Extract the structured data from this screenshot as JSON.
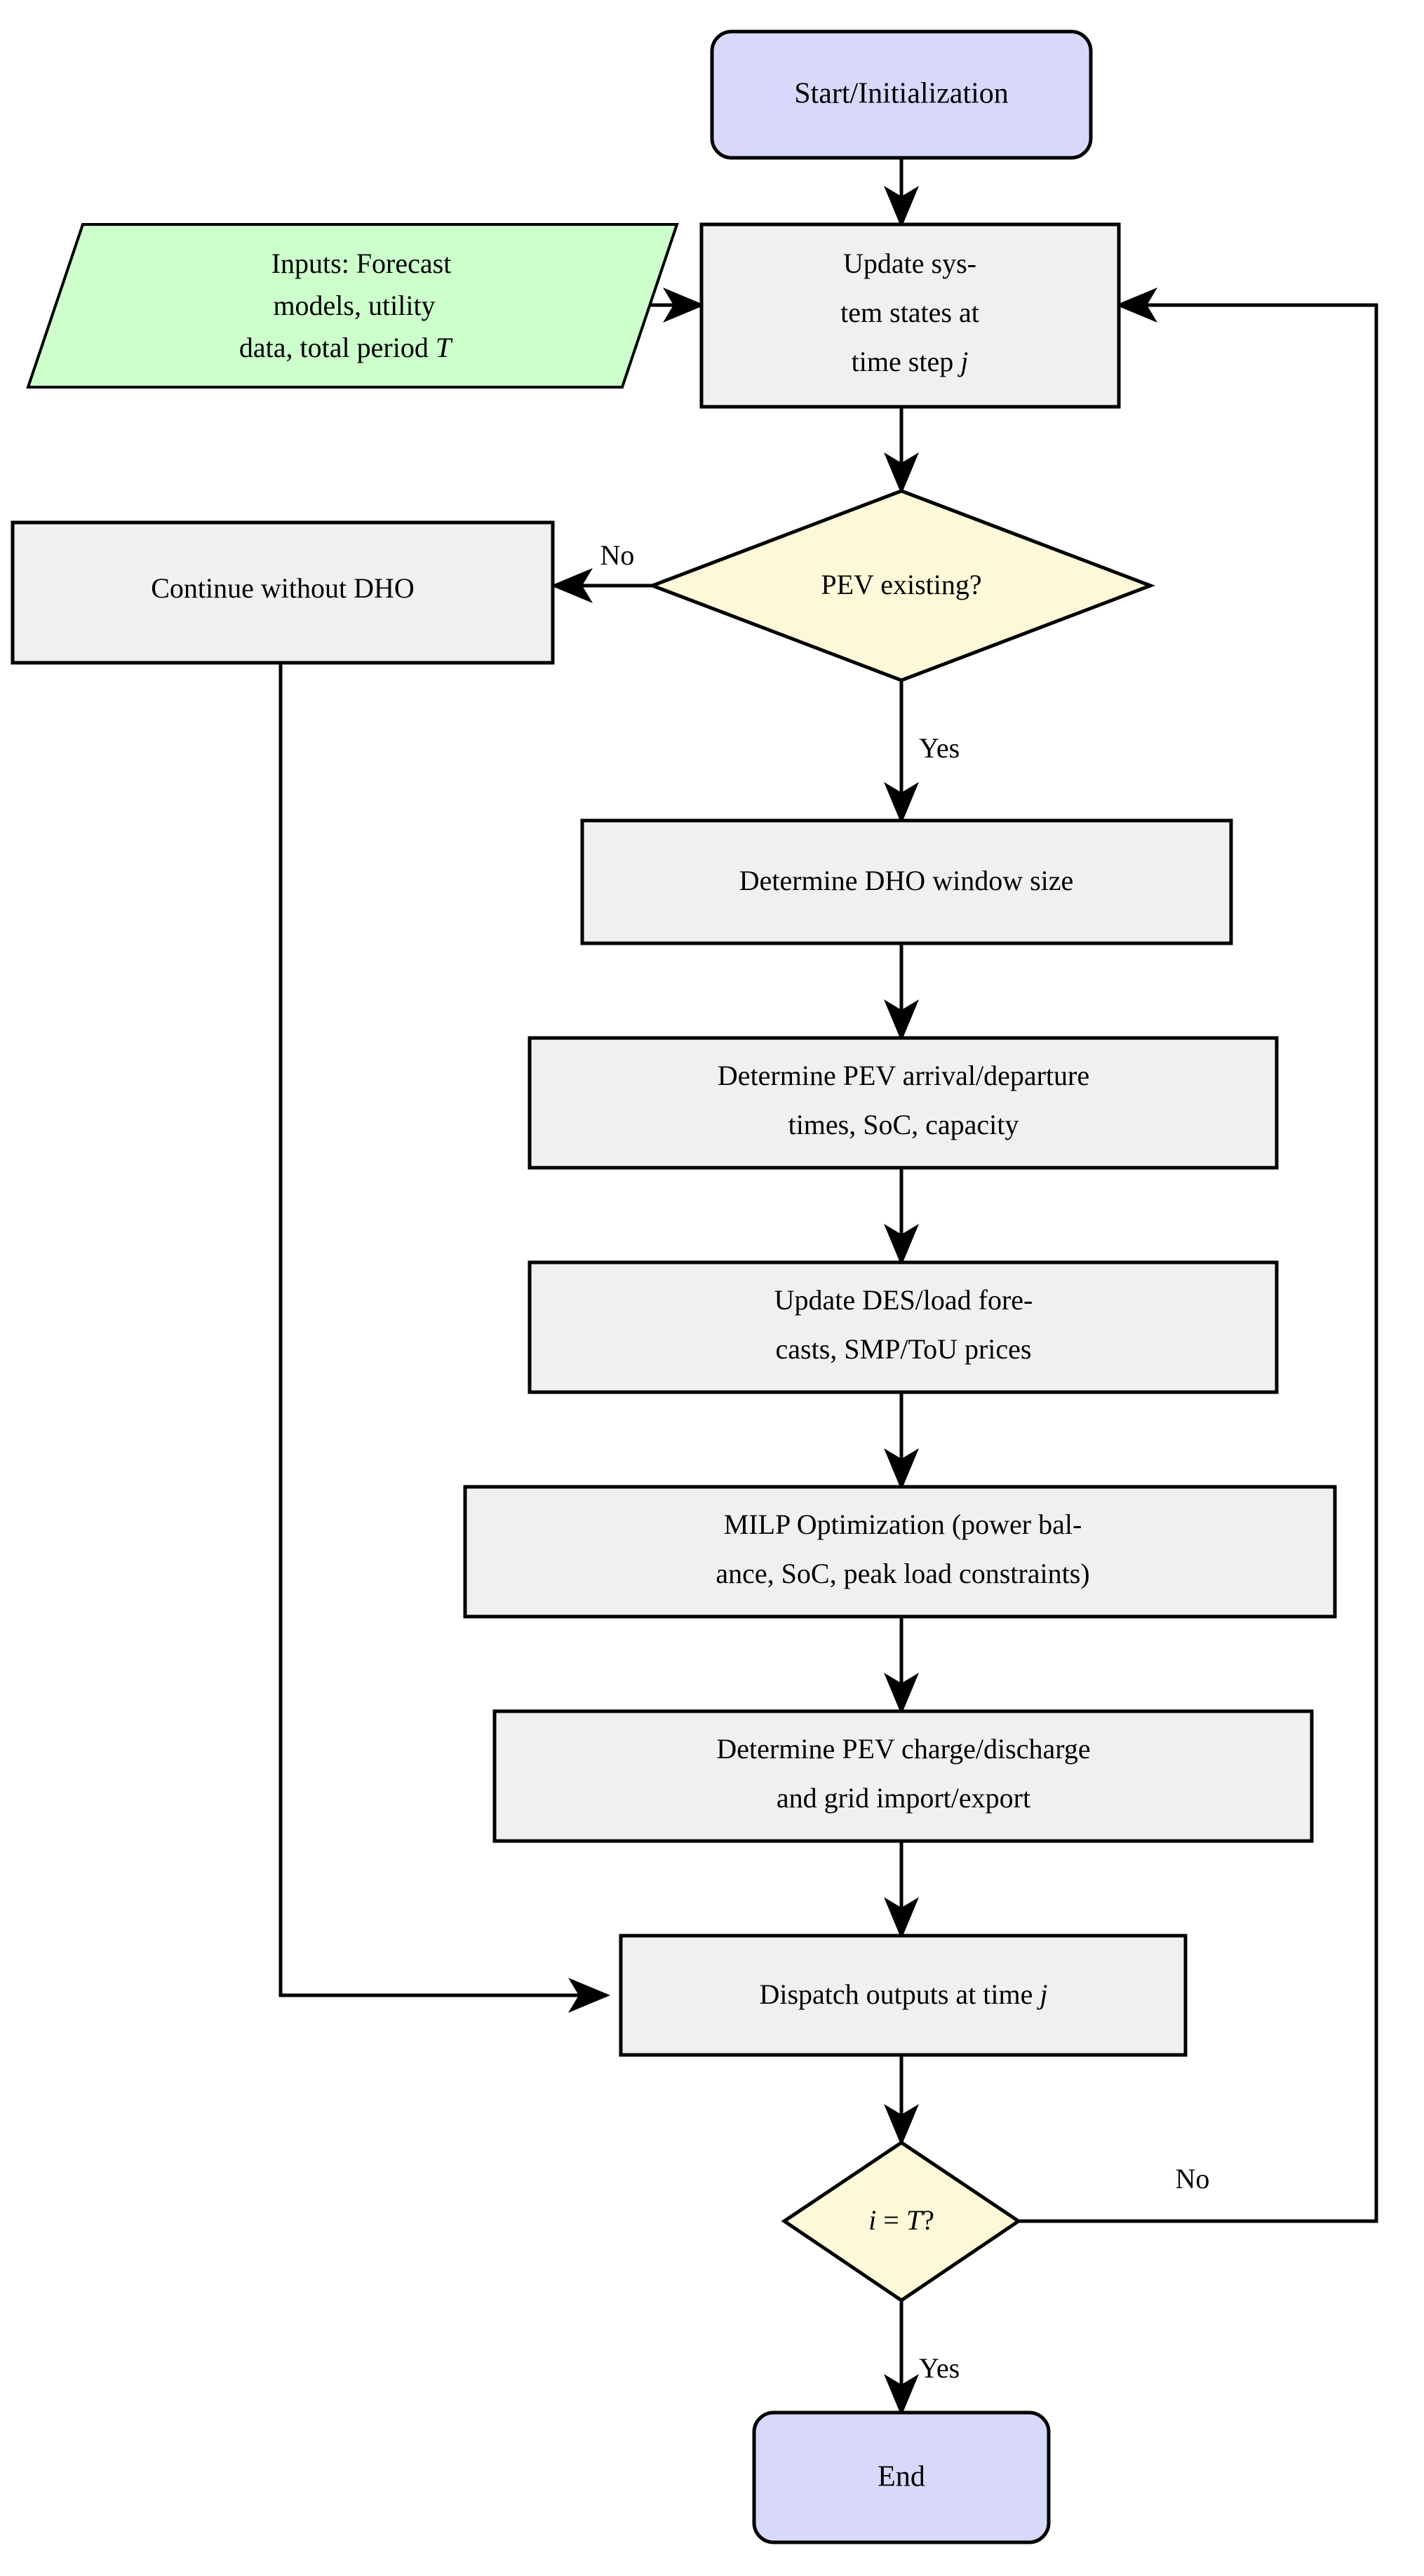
{
  "diagram": {
    "title": "PEV dispatch hierarchical optimization flowchart",
    "colors": {
      "terminator_fill": "#D8D8FB",
      "input_fill": "#CCFFCC",
      "decision_fill": "#FCF8D8",
      "process_fill": "#F0F0F0",
      "stroke": "#000000",
      "background": "#FFFFFF"
    }
  },
  "nodes": {
    "start": {
      "label": "Start/Initialization",
      "shape": "rounded-rectangle",
      "fill": "#D8D8FB"
    },
    "inputs": {
      "shape": "parallelogram",
      "fill": "#CCFFCC",
      "line1": "Inputs: Forecast",
      "line2": "models, utility",
      "line3_pre": "data, total period ",
      "line3_math": "T"
    },
    "update_states": {
      "shape": "rectangle",
      "fill": "#F0F0F0",
      "line1": "Update sys-",
      "line2": "tem states at",
      "line3_pre": "time step ",
      "line3_math": "j"
    },
    "pev_existing": {
      "shape": "diamond",
      "fill": "#FCF8D8",
      "label": "PEV existing?"
    },
    "continue_without_dho": {
      "shape": "rectangle",
      "fill": "#F0F0F0",
      "label": "Continue without DHO"
    },
    "dho_window": {
      "shape": "rectangle",
      "fill": "#F0F0F0",
      "label": "Determine DHO window size"
    },
    "pev_times": {
      "shape": "rectangle",
      "fill": "#F0F0F0",
      "line1": "Determine PEV arrival/departure",
      "line2": "times, SoC, capacity"
    },
    "update_forecasts": {
      "shape": "rectangle",
      "fill": "#F0F0F0",
      "line1": "Update DES/load fore-",
      "line2": "casts, SMP/ToU prices"
    },
    "milp": {
      "shape": "rectangle",
      "fill": "#F0F0F0",
      "line1": "MILP Optimization (power bal-",
      "line2": "ance, SoC, peak load constraints)"
    },
    "pev_charge": {
      "shape": "rectangle",
      "fill": "#F0F0F0",
      "line1": "Determine PEV charge/discharge",
      "line2": "and grid import/export"
    },
    "dispatch": {
      "shape": "rectangle",
      "fill": "#F0F0F0",
      "label_pre": "Dispatch outputs at time ",
      "label_math": "j"
    },
    "i_equals_t": {
      "shape": "diamond",
      "fill": "#FCF8D8",
      "label_math_i": "i",
      "label_eq": " = ",
      "label_math_t": "T",
      "label_q": "?"
    },
    "end": {
      "label": "End",
      "shape": "rounded-rectangle",
      "fill": "#D8D8FB"
    }
  },
  "edges": {
    "pev_no": "No",
    "pev_yes": "Yes",
    "loop_no": "No",
    "loop_yes": "Yes"
  }
}
